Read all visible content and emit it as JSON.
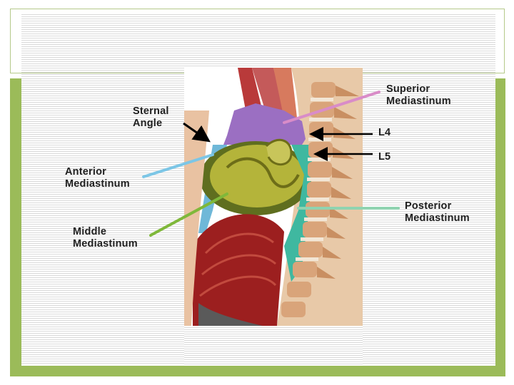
{
  "labels": {
    "superior": "Superior\nMediastinum",
    "sternal_angle": "Sternal\nAngle",
    "anterior": "Anterior\nMediastinum",
    "middle": "Middle\nMediastinum",
    "posterior": "Posterior\nMediastinum",
    "l4": "L4",
    "l5": "L5"
  },
  "colors": {
    "superior": "#d98cc8",
    "anterior": "#7cc6e6",
    "middle": "#7fb83a",
    "posterior": "#8fd3b0",
    "arrow": "#000000",
    "accent_green": "#9bbb59"
  },
  "icons": {
    "sternal_arrow": "arrow-down-right-icon",
    "l4_arrow": "arrow-left-icon",
    "l5_arrow": "arrow-left-icon"
  }
}
